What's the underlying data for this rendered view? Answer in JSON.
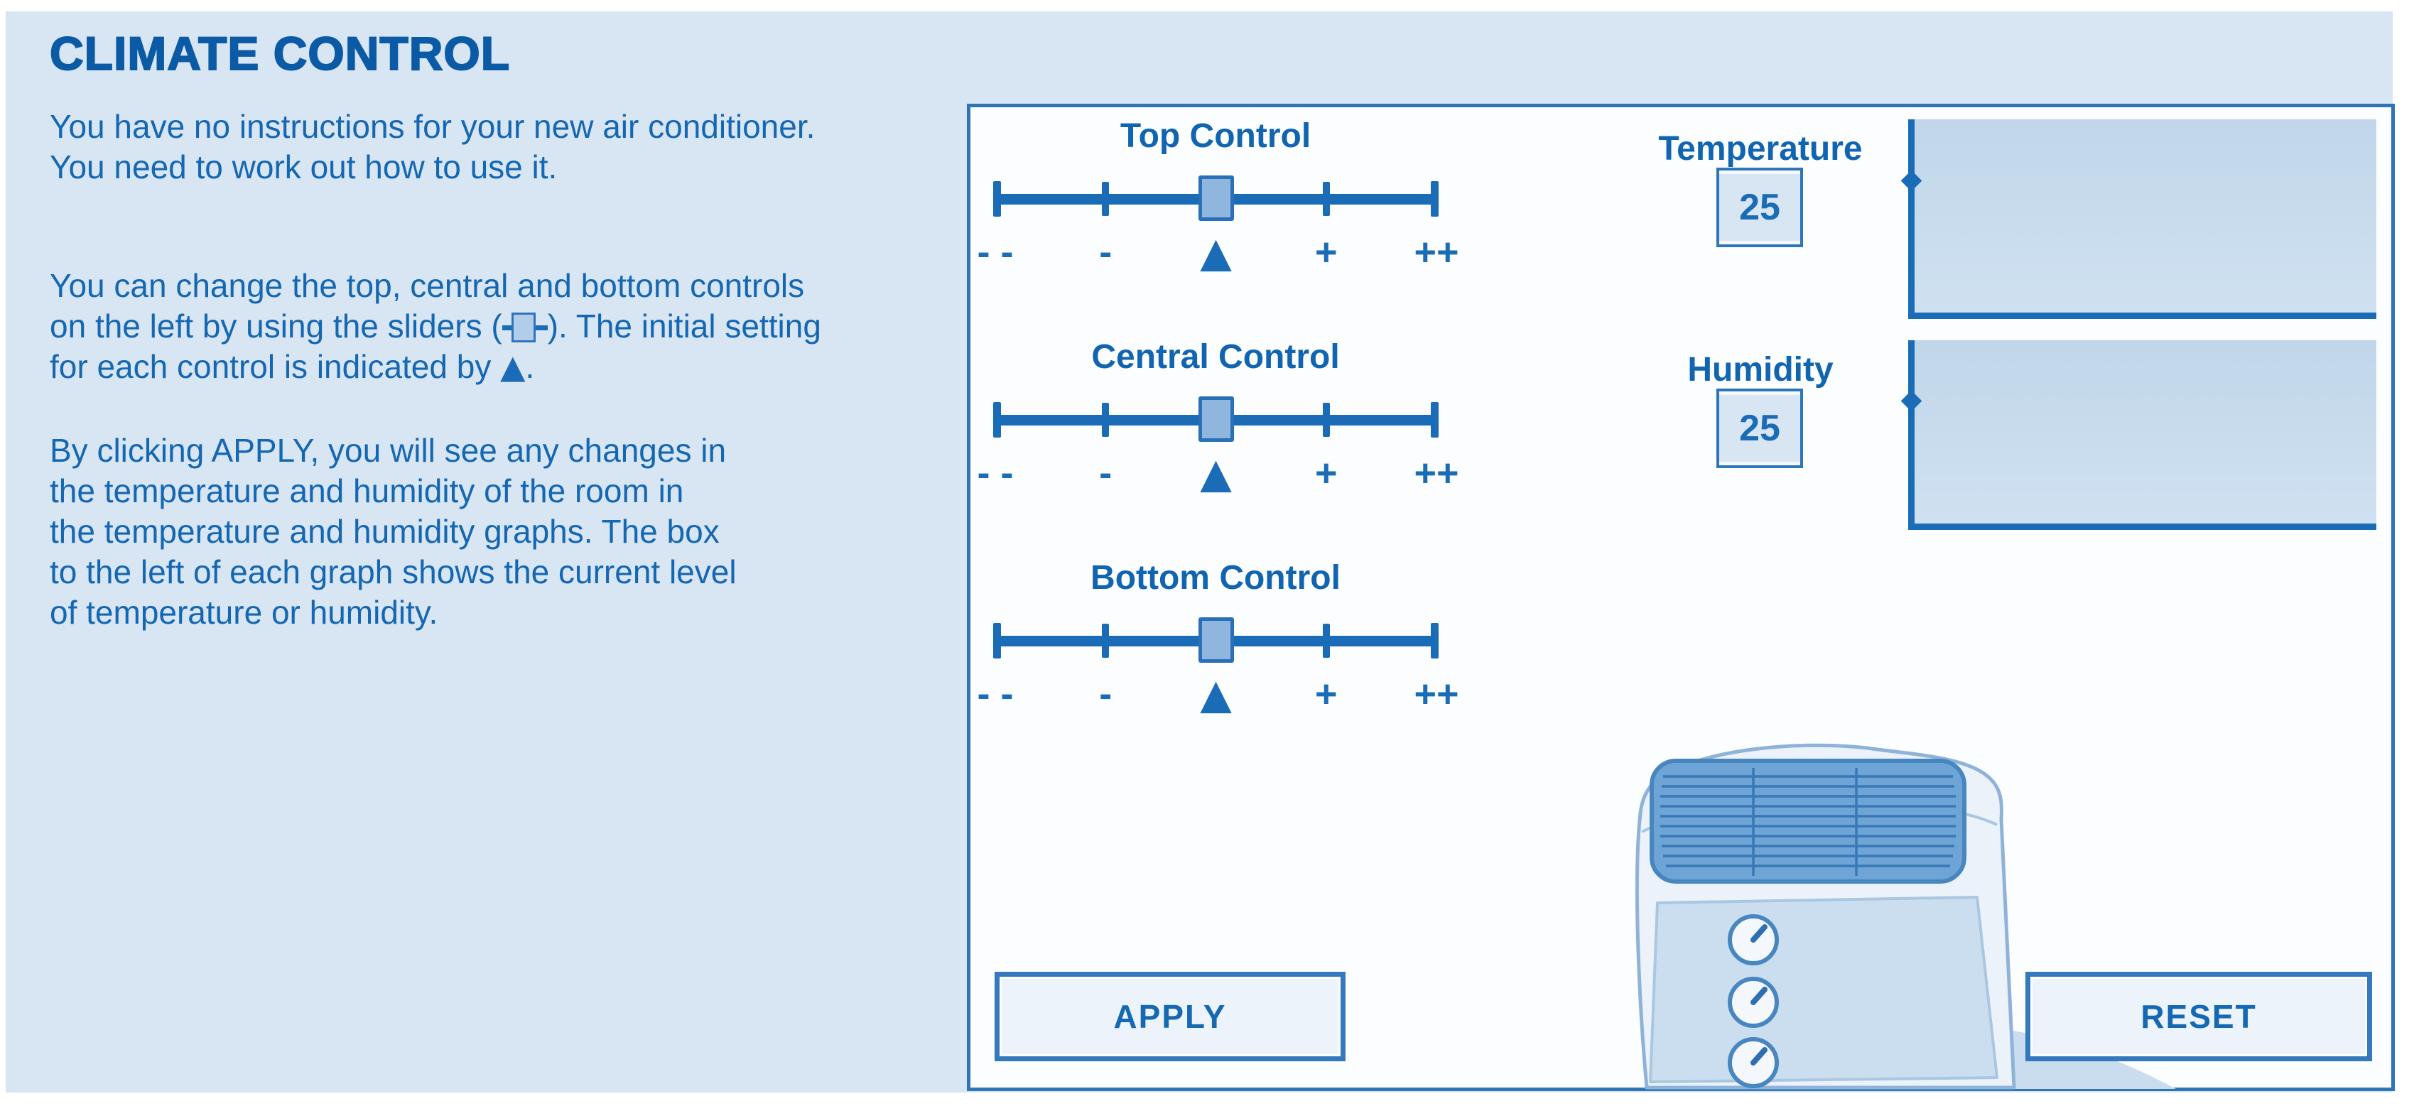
{
  "page": {
    "title": "CLIMATE CONTROL"
  },
  "instructions": {
    "p1": "You have no instructions for your new air conditioner.\nYou need to work out how to use it.",
    "p2_before": "You can change the top, central and bottom controls\non the left by using the sliders (",
    "p2_after": "). The initial setting\nfor each control is indicated by ",
    "p2_marker": "▲",
    "p2_period": ".",
    "p3": "By clicking APPLY, you will see any changes in\nthe temperature and humidity of the room in\nthe temperature and humidity graphs. The box\nto the left of each graph shows the current level\nof temperature or humidity."
  },
  "controls": {
    "groups": [
      {
        "label": "Top Control"
      },
      {
        "label": "Central Control"
      },
      {
        "label": "Bottom Control"
      }
    ],
    "scale": [
      "- -",
      "-",
      "▲",
      "+",
      "++"
    ]
  },
  "readouts": {
    "temperature": {
      "label": "Temperature",
      "value": "25"
    },
    "humidity": {
      "label": "Humidity",
      "value": "25"
    }
  },
  "buttons": {
    "apply": "APPLY",
    "reset": "RESET"
  },
  "icons": {
    "inline_slider": "slider-handle-icon",
    "initial_marker": "triangle-marker-icon",
    "graph_point": "data-point-dot",
    "illustration": "air-conditioner-illustration"
  },
  "colors": {
    "accent_blue": "#1a6cb7",
    "title_blue": "#0b5aa5",
    "panel_border": "#2e75b8",
    "canvas_bg": "#d8e5f2",
    "graph_fill": "#c9dcee",
    "handle_fill": "#8fb7de"
  }
}
